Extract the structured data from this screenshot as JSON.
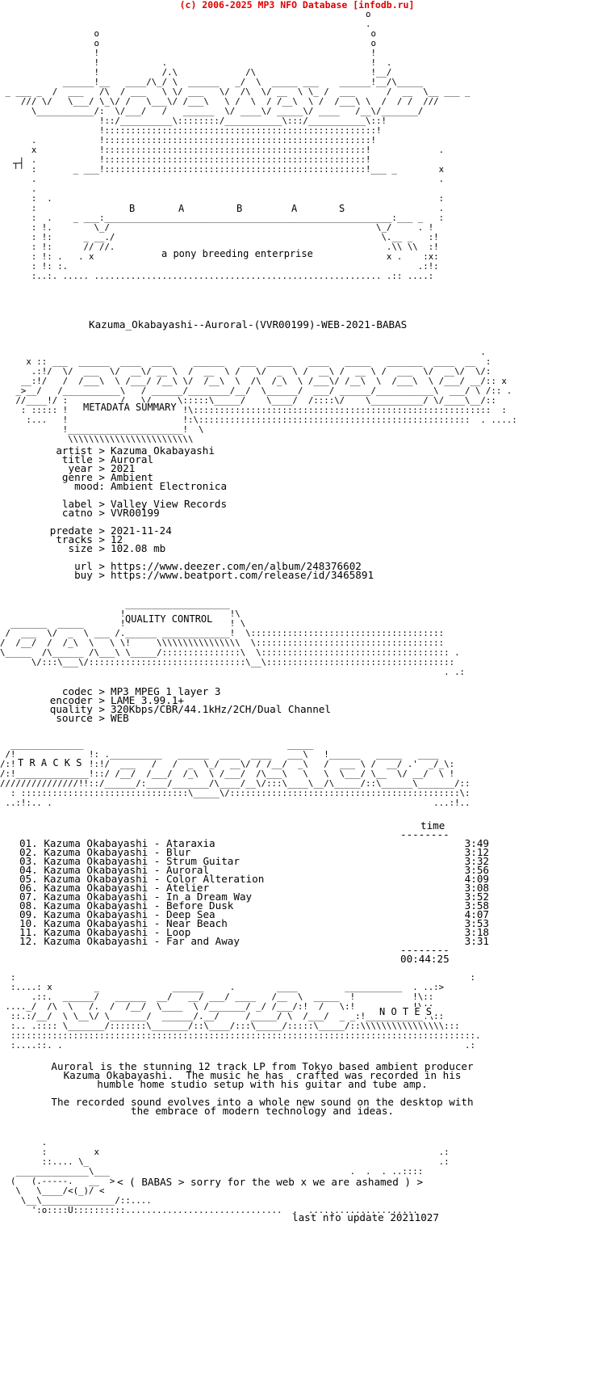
{
  "header": "(c) 2006-2025 MP3 NFO Database [infodb.ru]",
  "logo": {
    "letters": [
      "B",
      "A",
      "B",
      "A",
      "S"
    ],
    "tagline": "a pony breeding enterprise"
  },
  "release_name": "Kazuma_Okabayashi--Auroral-(VVR00199)-WEB-2021-BABAS",
  "metadata": {
    "section_title": "METADATA SUMMARY",
    "rows": [
      {
        "key": "artist >",
        "value": "Kazuma Okabayashi"
      },
      {
        "key": "title >",
        "value": "Auroral"
      },
      {
        "key": "year >",
        "value": "2021"
      },
      {
        "key": "genre >",
        "value": "Ambient"
      },
      {
        "key": "mood:",
        "value": "Ambient Electronica"
      },
      {
        "key": "label >",
        "value": "Valley View Records"
      },
      {
        "key": "catno >",
        "value": "VVR00199"
      },
      {
        "key": "predate >",
        "value": "2021-11-24"
      },
      {
        "key": "tracks >",
        "value": "12"
      },
      {
        "key": "size >",
        "value": "102.08 mb"
      },
      {
        "key": "url >",
        "value": "https://www.deezer.com/en/album/248376602"
      },
      {
        "key": "buy >",
        "value": "https://www.beatport.com/release/id/3465891"
      }
    ]
  },
  "quality": {
    "section_title": "QUALITY CONTROL",
    "rows": [
      {
        "key": "codec >",
        "value": "MP3 MPEG 1 layer 3"
      },
      {
        "key": "encoder >",
        "value": "LAME 3.99.1+"
      },
      {
        "key": "quality >",
        "value": "320Kbps/CBR/44.1kHz/2CH/Dual Channel"
      },
      {
        "key": "source >",
        "value": "WEB"
      }
    ]
  },
  "tracks": {
    "section_title": "T R A C K S",
    "time_header": "time",
    "time_rule": "--------",
    "items": [
      {
        "num": "01.",
        "title": "Kazuma Okabayashi - Ataraxia",
        "time": "3:49"
      },
      {
        "num": "02.",
        "title": "Kazuma Okabayashi - Blur",
        "time": "3:12"
      },
      {
        "num": "03.",
        "title": "Kazuma Okabayashi - Strum Guitar",
        "time": "3:32"
      },
      {
        "num": "04.",
        "title": "Kazuma Okabayashi - Auroral",
        "time": "3:56"
      },
      {
        "num": "05.",
        "title": "Kazuma Okabayashi - Color Alteration",
        "time": "4:09"
      },
      {
        "num": "06.",
        "title": "Kazuma Okabayashi - Atelier",
        "time": "3:08"
      },
      {
        "num": "07.",
        "title": "Kazuma Okabayashi - In a Dream Way",
        "time": "3:52"
      },
      {
        "num": "08.",
        "title": "Kazuma Okabayashi - Before Dusk",
        "time": "3:58"
      },
      {
        "num": "09.",
        "title": "Kazuma Okabayashi - Deep Sea",
        "time": "4:07"
      },
      {
        "num": "10.",
        "title": "Kazuma Okabayashi - Near Beach",
        "time": "3:53"
      },
      {
        "num": "11.",
        "title": "Kazuma Okabayashi - Loop",
        "time": "3:18"
      },
      {
        "num": "12.",
        "title": "Kazuma Okabayashi - Far and Away",
        "time": "3:31"
      }
    ],
    "total_rule": "--------",
    "total": "00:44:25"
  },
  "notes": {
    "section_title": "N O T E S",
    "paragraph1": [
      "Auroral is the stunning 12 track LP from Tokyo based ambient producer",
      "Kazuma Okabayashi.  The music he has  crafted was recorded in his",
      "humble home studio setup with his guitar and tube amp."
    ],
    "paragraph2": [
      "The recorded sound evolves into a whole new sound on the desktop with",
      "the embrace of modern technology and ideas."
    ]
  },
  "footer": {
    "message": "< ( BABAS > sorry for the web x we are ashamed ) >",
    "last_update": "last nfo update 20211027"
  }
}
